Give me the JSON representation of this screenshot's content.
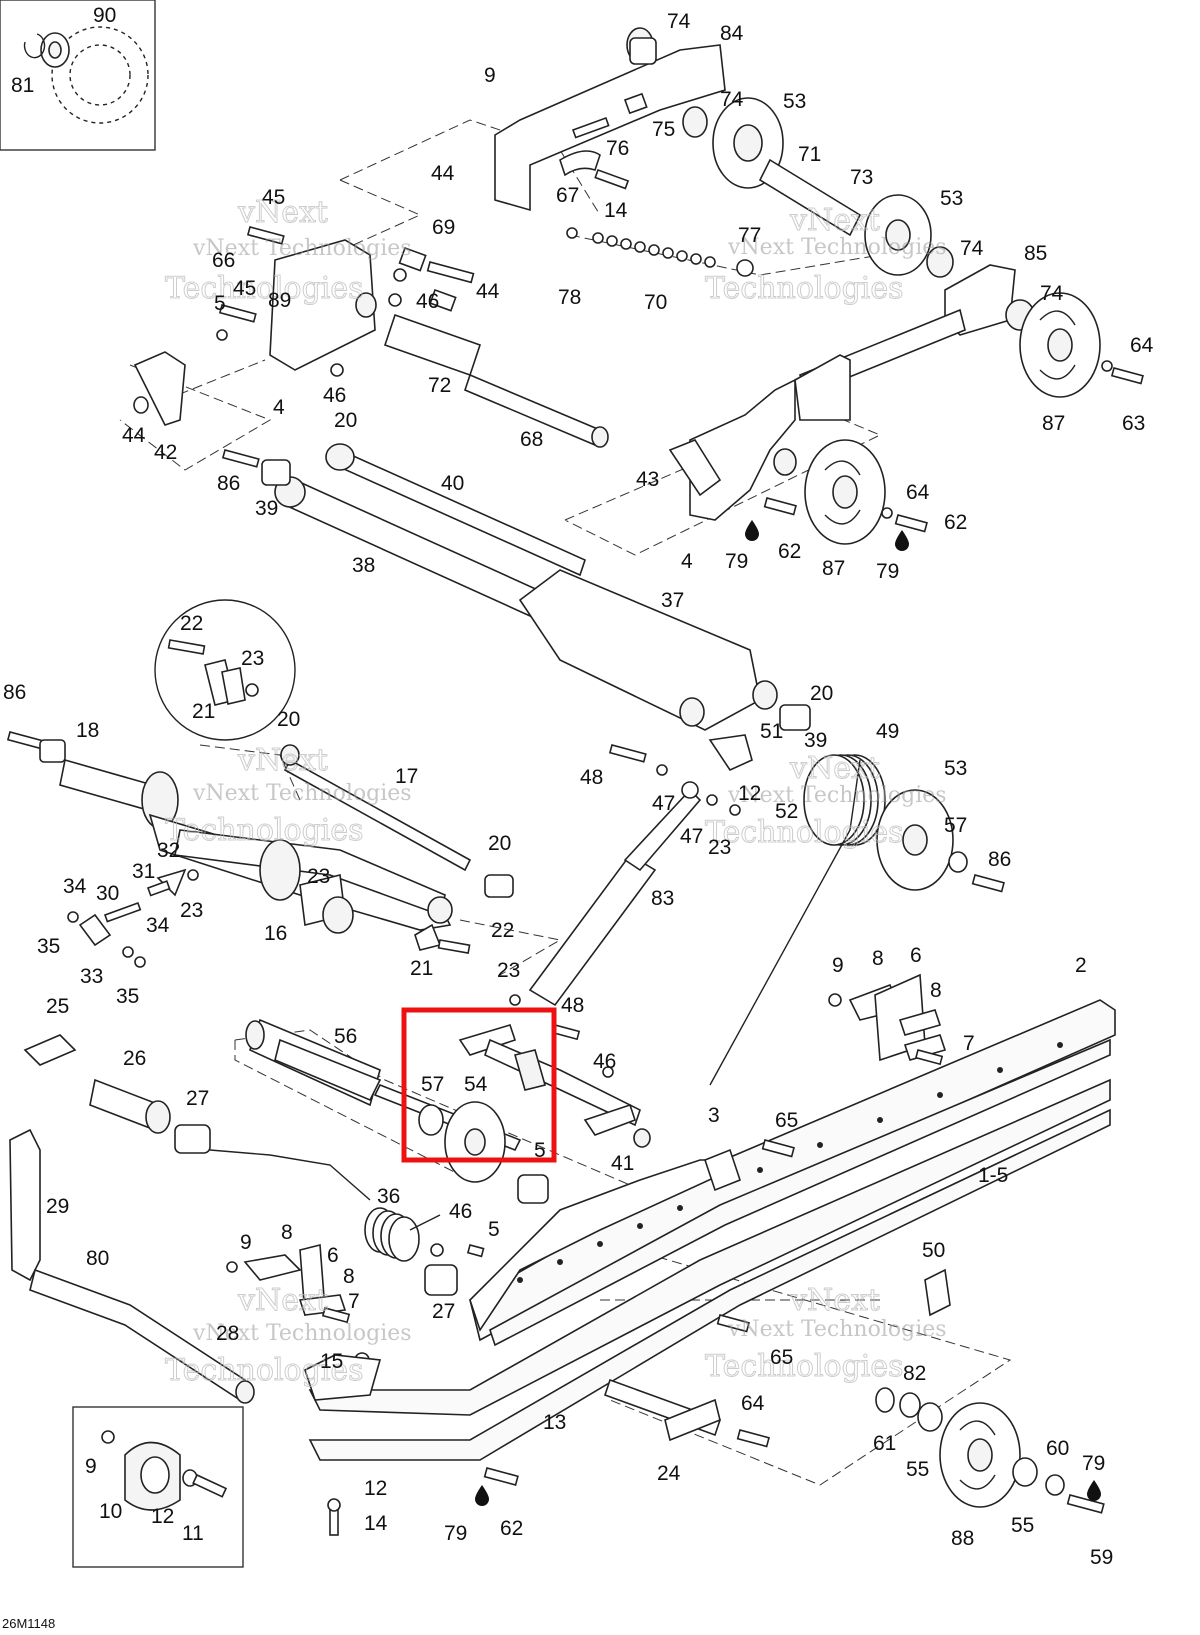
{
  "diagram": {
    "drawing_code": "26M1148",
    "watermark_line1": "vNext Technologies",
    "watermark_big": "vNext",
    "watermark_big2": "Technologies",
    "highlight_color": "#e11111",
    "labels": [
      "90",
      "81",
      "74",
      "84",
      "9",
      "74",
      "53",
      "75",
      "76",
      "71",
      "73",
      "44",
      "67",
      "14",
      "53",
      "45",
      "77",
      "66",
      "69",
      "74",
      "85",
      "74",
      "45",
      "89",
      "46",
      "44",
      "78",
      "70",
      "5",
      "64",
      "72",
      "87",
      "63",
      "4",
      "46",
      "44",
      "42",
      "68",
      "20",
      "86",
      "40",
      "43",
      "64",
      "39",
      "62",
      "4",
      "79",
      "62",
      "87",
      "79",
      "38",
      "37",
      "22",
      "23",
      "21",
      "86",
      "20",
      "18",
      "20",
      "51",
      "49",
      "39",
      "53",
      "17",
      "48",
      "47",
      "12",
      "52",
      "47",
      "23",
      "57",
      "86",
      "20",
      "34",
      "31",
      "32",
      "30",
      "23",
      "23",
      "83",
      "35",
      "34",
      "33",
      "35",
      "16",
      "21",
      "22",
      "9",
      "8",
      "6",
      "2",
      "23",
      "8",
      "48",
      "25",
      "56",
      "26",
      "57",
      "54",
      "46",
      "7",
      "27",
      "41",
      "3",
      "65",
      "29",
      "36",
      "46",
      "1-5",
      "5",
      "9",
      "8",
      "5",
      "6",
      "50",
      "80",
      "8",
      "7",
      "27",
      "28",
      "15",
      "65",
      "82",
      "64",
      "13",
      "61",
      "55",
      "9",
      "24",
      "60",
      "79",
      "12",
      "10",
      "12",
      "11",
      "14",
      "79",
      "62",
      "88",
      "55",
      "59"
    ]
  }
}
